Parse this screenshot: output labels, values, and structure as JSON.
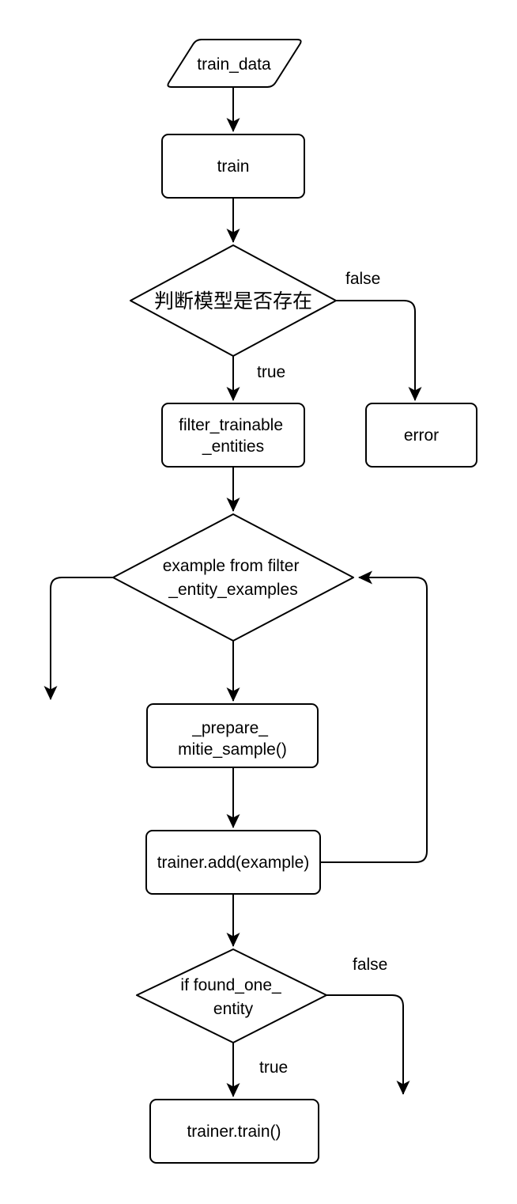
{
  "diagram": {
    "background_color": "#ffffff",
    "stroke_color": "#000000",
    "text_color": "#000000",
    "nodes": {
      "train_data": {
        "type": "data-parallelogram",
        "label": "train_data"
      },
      "train": {
        "type": "process",
        "label": "train"
      },
      "model_check": {
        "type": "decision",
        "label": "判断模型是否存在"
      },
      "filter_trainable_entities": {
        "type": "process",
        "line1": "filter_trainable",
        "line2": "_entities"
      },
      "error": {
        "type": "process",
        "label": "error"
      },
      "example_loop": {
        "type": "decision",
        "line1": "example from filter",
        "line2": "_entity_examples"
      },
      "prepare_mitie_sample": {
        "type": "process",
        "line1": "_prepare_",
        "line2": "mitie_sample()"
      },
      "trainer_add": {
        "type": "process",
        "label": "trainer.add(example)"
      },
      "found_one_entity": {
        "type": "decision",
        "line1": "if found_one_",
        "line2": "entity"
      },
      "trainer_train": {
        "type": "process",
        "label": "trainer.train()"
      }
    },
    "edge_labels": {
      "model_check_true": "true",
      "model_check_false": "false",
      "found_one_true": "true",
      "found_one_false": "false"
    }
  }
}
